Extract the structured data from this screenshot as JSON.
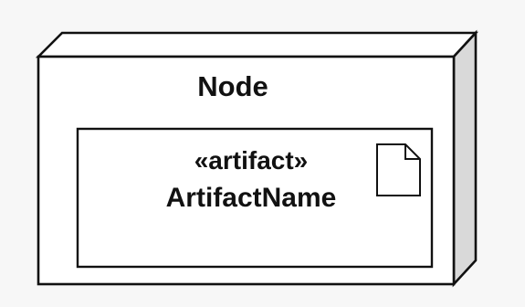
{
  "diagram": {
    "node": {
      "title": "Node"
    },
    "artifact": {
      "stereotype": "«artifact»",
      "name": "ArtifactName"
    },
    "icons": {
      "artifact": "document-icon"
    },
    "colors": {
      "background": "#f7f7f7",
      "node_front": "#ffffff",
      "node_top": "#ffffff",
      "node_side": "#d9d9d9",
      "stroke": "#111111",
      "text": "#111111"
    }
  }
}
